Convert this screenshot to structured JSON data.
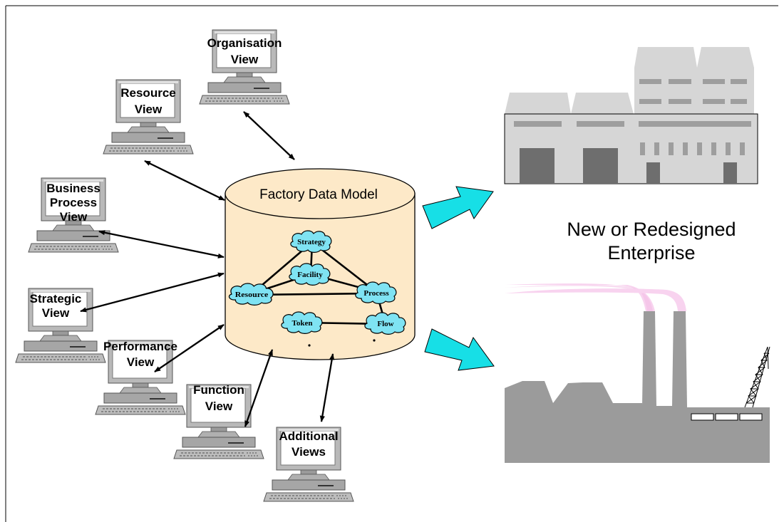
{
  "diagram": {
    "database_title": "Factory Data Model",
    "outcome_label": [
      "New or Redesigned",
      "Enterprise"
    ],
    "views": [
      {
        "id": "organisation",
        "lines": [
          "Organisation",
          "View"
        ]
      },
      {
        "id": "resource",
        "lines": [
          "Resource",
          "View"
        ]
      },
      {
        "id": "business-process",
        "lines": [
          "Business",
          "Process",
          "View"
        ]
      },
      {
        "id": "strategic",
        "lines": [
          "Strategic",
          "View"
        ]
      },
      {
        "id": "performance",
        "lines": [
          "Performance",
          "View"
        ]
      },
      {
        "id": "function",
        "lines": [
          "Function",
          "View"
        ]
      },
      {
        "id": "additional",
        "lines": [
          "Additional",
          "Views"
        ]
      }
    ],
    "model_entities": [
      "Strategy",
      "Facility",
      "Resource",
      "Process",
      "Token",
      "Flow"
    ],
    "colors": {
      "database_fill": "#fde9c8",
      "cloud_fill": "#7fe3f3",
      "arrow_fill": "#17dfe6",
      "building_gray": "#d6d6d6",
      "factory_gray": "#9b9b9b",
      "smoke_pink": "#f8d3ef"
    },
    "icons": [
      "computer-terminal-icon",
      "office-building-icon",
      "factory-icon",
      "cloud-node-icon"
    ]
  }
}
